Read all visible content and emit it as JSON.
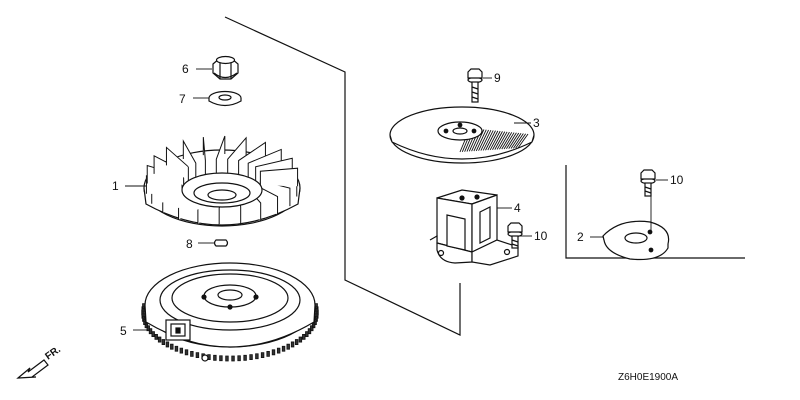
{
  "diagram": {
    "direction_label": "FR.",
    "drawing_code": "Z6H0E1900A",
    "callouts": {
      "p1": "1",
      "p2": "2",
      "p3": "3",
      "p4": "4",
      "p5": "5",
      "p6": "6",
      "p7": "7",
      "p8": "8",
      "p9": "9",
      "p10a": "10",
      "p10b": "10"
    },
    "colors": {
      "line": "#111111",
      "background": "#ffffff"
    }
  }
}
